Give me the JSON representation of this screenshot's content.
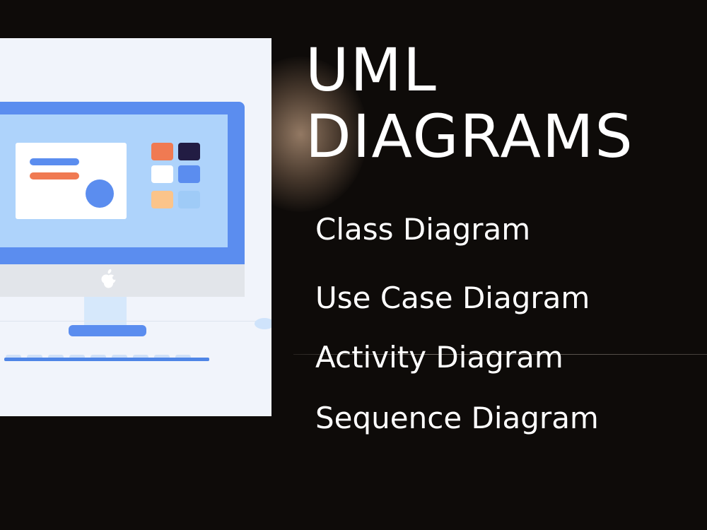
{
  "title": {
    "line1": "UML",
    "line2": "DIAGRAMS"
  },
  "items": [
    {
      "label": "Class Diagram"
    },
    {
      "label": "Use Case Diagram"
    },
    {
      "label": "Activity Diagram"
    },
    {
      "label": "Sequence Diagram"
    }
  ],
  "illustration": {
    "icon": "desktop-computer-icon",
    "colors": {
      "panel": "#f1f4fb",
      "monitor_frame": "#5b8def",
      "screen": "#aed3fb",
      "stand": "#d6e8fb",
      "chin": "#e2e5ea",
      "accent_orange": "#f07a52",
      "accent_navy": "#221c43"
    }
  },
  "colors": {
    "background": "#0e0b09",
    "text": "#ffffff"
  }
}
